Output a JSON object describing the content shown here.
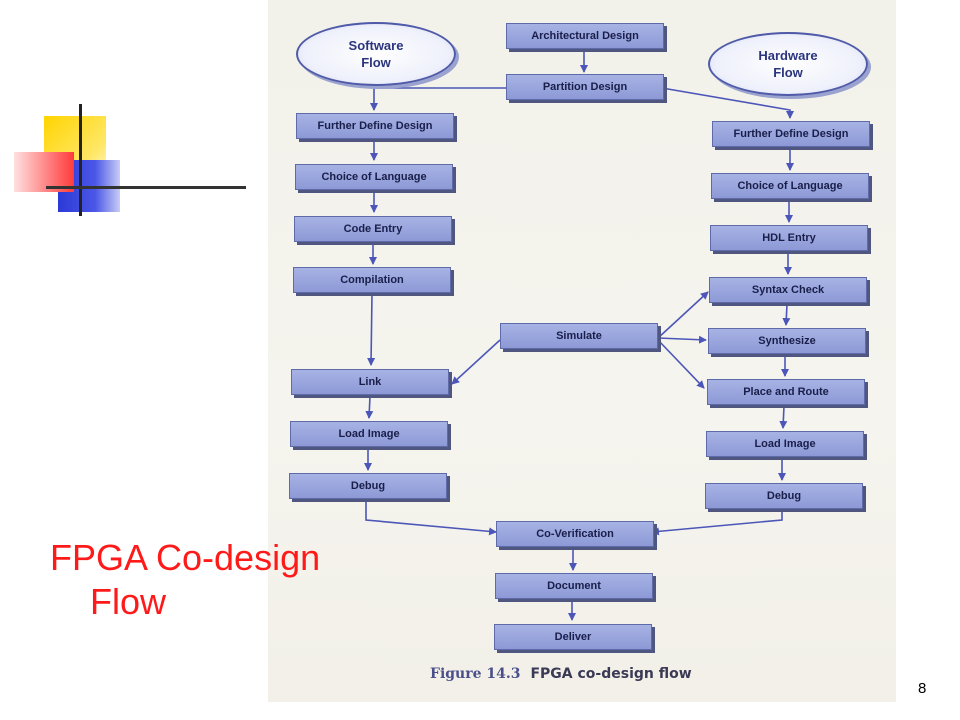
{
  "diagram": {
    "ovals": {
      "software": [
        "Software",
        "Flow"
      ],
      "hardware": [
        "Hardware",
        "Flow"
      ]
    },
    "top": {
      "architectural": "Architectural Design",
      "partition": "Partition Design"
    },
    "software_flow": [
      "Further Define Design",
      "Choice of Language",
      "Code Entry",
      "Compilation",
      "Link",
      "Load Image",
      "Debug"
    ],
    "hardware_flow": [
      "Further Define Design",
      "Choice of Language",
      "HDL Entry",
      "Syntax Check",
      "Synthesize",
      "Place and Route",
      "Load Image",
      "Debug"
    ],
    "simulate": "Simulate",
    "bottom": [
      "Co-Verification",
      "Document",
      "Deliver"
    ],
    "caption": {
      "label": "Figure 14.3",
      "text": "FPGA co-design flow"
    }
  },
  "slide": {
    "title_line1": "FPGA Co-design",
    "title_line2": "Flow",
    "page_number": "8"
  },
  "colors": {
    "box_fill": "#97a2dc",
    "arrow": "#4b56b8",
    "title": "#ff1a1a"
  }
}
